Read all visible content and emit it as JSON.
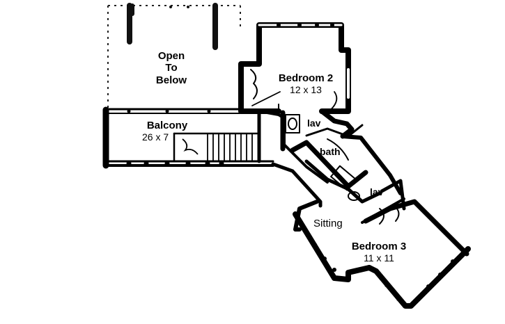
{
  "rooms": {
    "open_to_below": {
      "line1": "Open",
      "line2": "To",
      "line3": "Below"
    },
    "bedroom2": {
      "name": "Bedroom 2",
      "size": "12 x 13"
    },
    "balcony": {
      "name": "Balcony",
      "size": "26 x 7"
    },
    "lav_upper": {
      "name": "lav"
    },
    "bath": {
      "name": "bath"
    },
    "lav_lower": {
      "name": "lav"
    },
    "sitting": {
      "name": "Sitting"
    },
    "bedroom3": {
      "name": "Bedroom 3",
      "size": "11 x 11"
    }
  }
}
